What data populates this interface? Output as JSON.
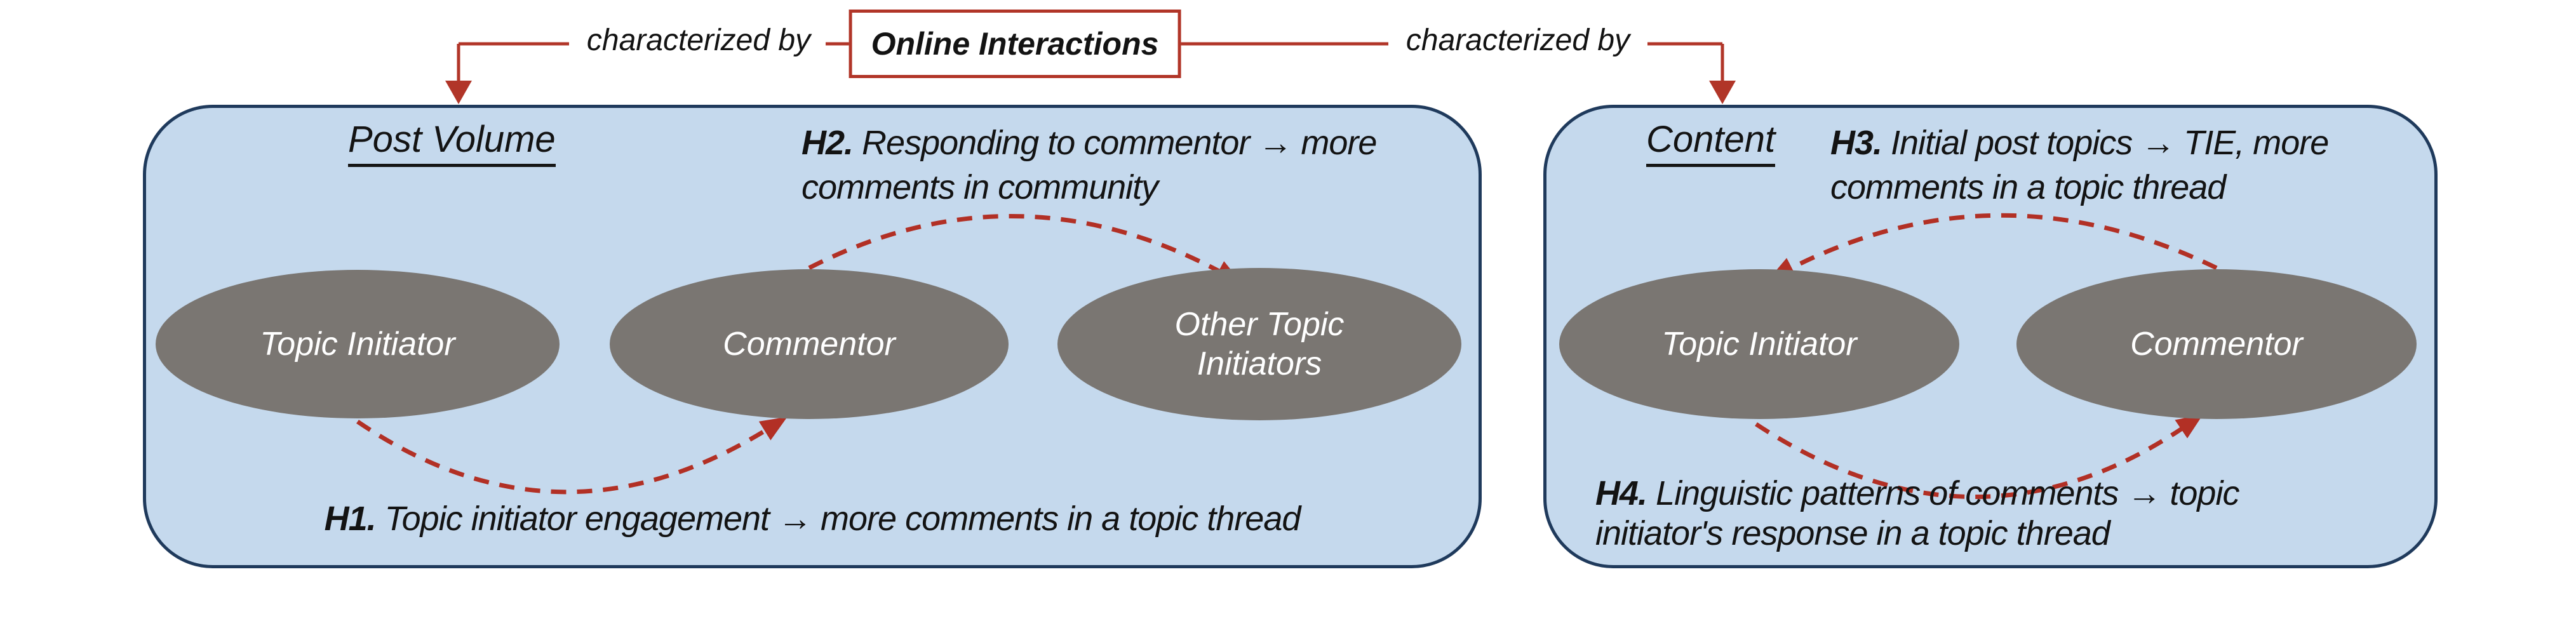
{
  "figure": {
    "title": "Online Interactions",
    "left_connector_label": "characterized by",
    "right_connector_label": "characterized by"
  },
  "left_panel": {
    "heading": "Post Volume",
    "nodes": {
      "initiator": "Topic Initiator",
      "commentor": "Commentor",
      "other_line1": "Other Topic",
      "other_line2": "Initiators"
    },
    "h2": {
      "tag": "H2.",
      "line1": "Responding to commentor → more",
      "line2": "comments in community"
    },
    "h1": {
      "tag": "H1.",
      "text": "Topic initiator engagement → more comments in a topic thread"
    }
  },
  "right_panel": {
    "heading": "Content",
    "nodes": {
      "initiator": "Topic Initiator",
      "commentor": "Commentor"
    },
    "h3": {
      "tag": "H3.",
      "line1": "Initial post topics → TIE, more",
      "line2": "comments in a topic thread"
    },
    "h4": {
      "tag": "H4.",
      "line1": "Linguistic patterns of comments → topic",
      "line2": "initiator's response in a topic thread"
    }
  },
  "colors": {
    "panel_fill": "#c5d9ed",
    "panel_border": "#1f3a5c",
    "node_fill": "#7a7672",
    "node_text": "#ffffff",
    "connector_red": "#b13528",
    "arc_red": "#b23025",
    "text": "#131313"
  }
}
